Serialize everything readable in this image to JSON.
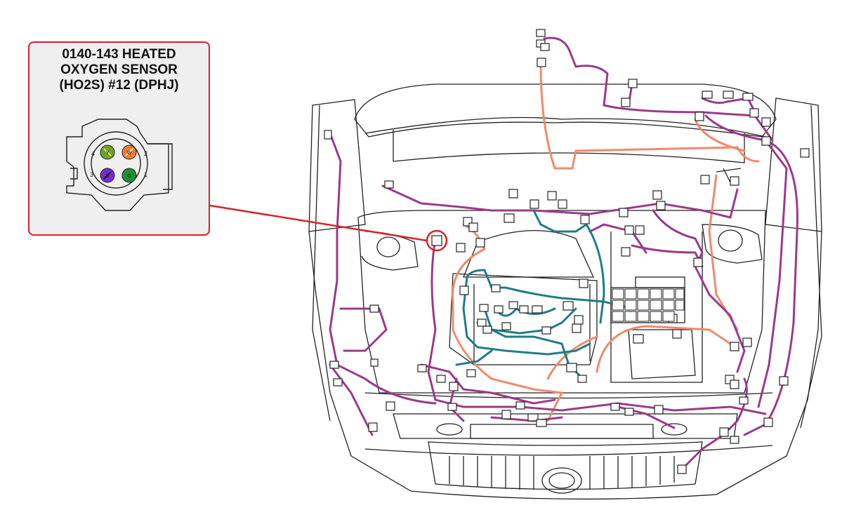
{
  "callout": {
    "title_lines": [
      "0140-143 HEATED",
      "OXYGEN SENSOR",
      "(HO2S) #12 (DPHJ)"
    ]
  },
  "connector": {
    "pins": [
      {
        "number": "4",
        "code": "Y",
        "color": "#6aa52a"
      },
      {
        "number": "2",
        "code": "W",
        "color": "#f07a2c"
      },
      {
        "number": "3",
        "code": "B",
        "color": "#7a2bd1"
      },
      {
        "number": "1",
        "code": "G",
        "color": "#1f8f2f"
      }
    ]
  },
  "colors": {
    "callout_border": "#d9232a",
    "harness_purple": "#9c3a8a",
    "harness_salmon": "#f08a6c",
    "harness_teal": "#1f7d86",
    "outline": "#222222"
  }
}
